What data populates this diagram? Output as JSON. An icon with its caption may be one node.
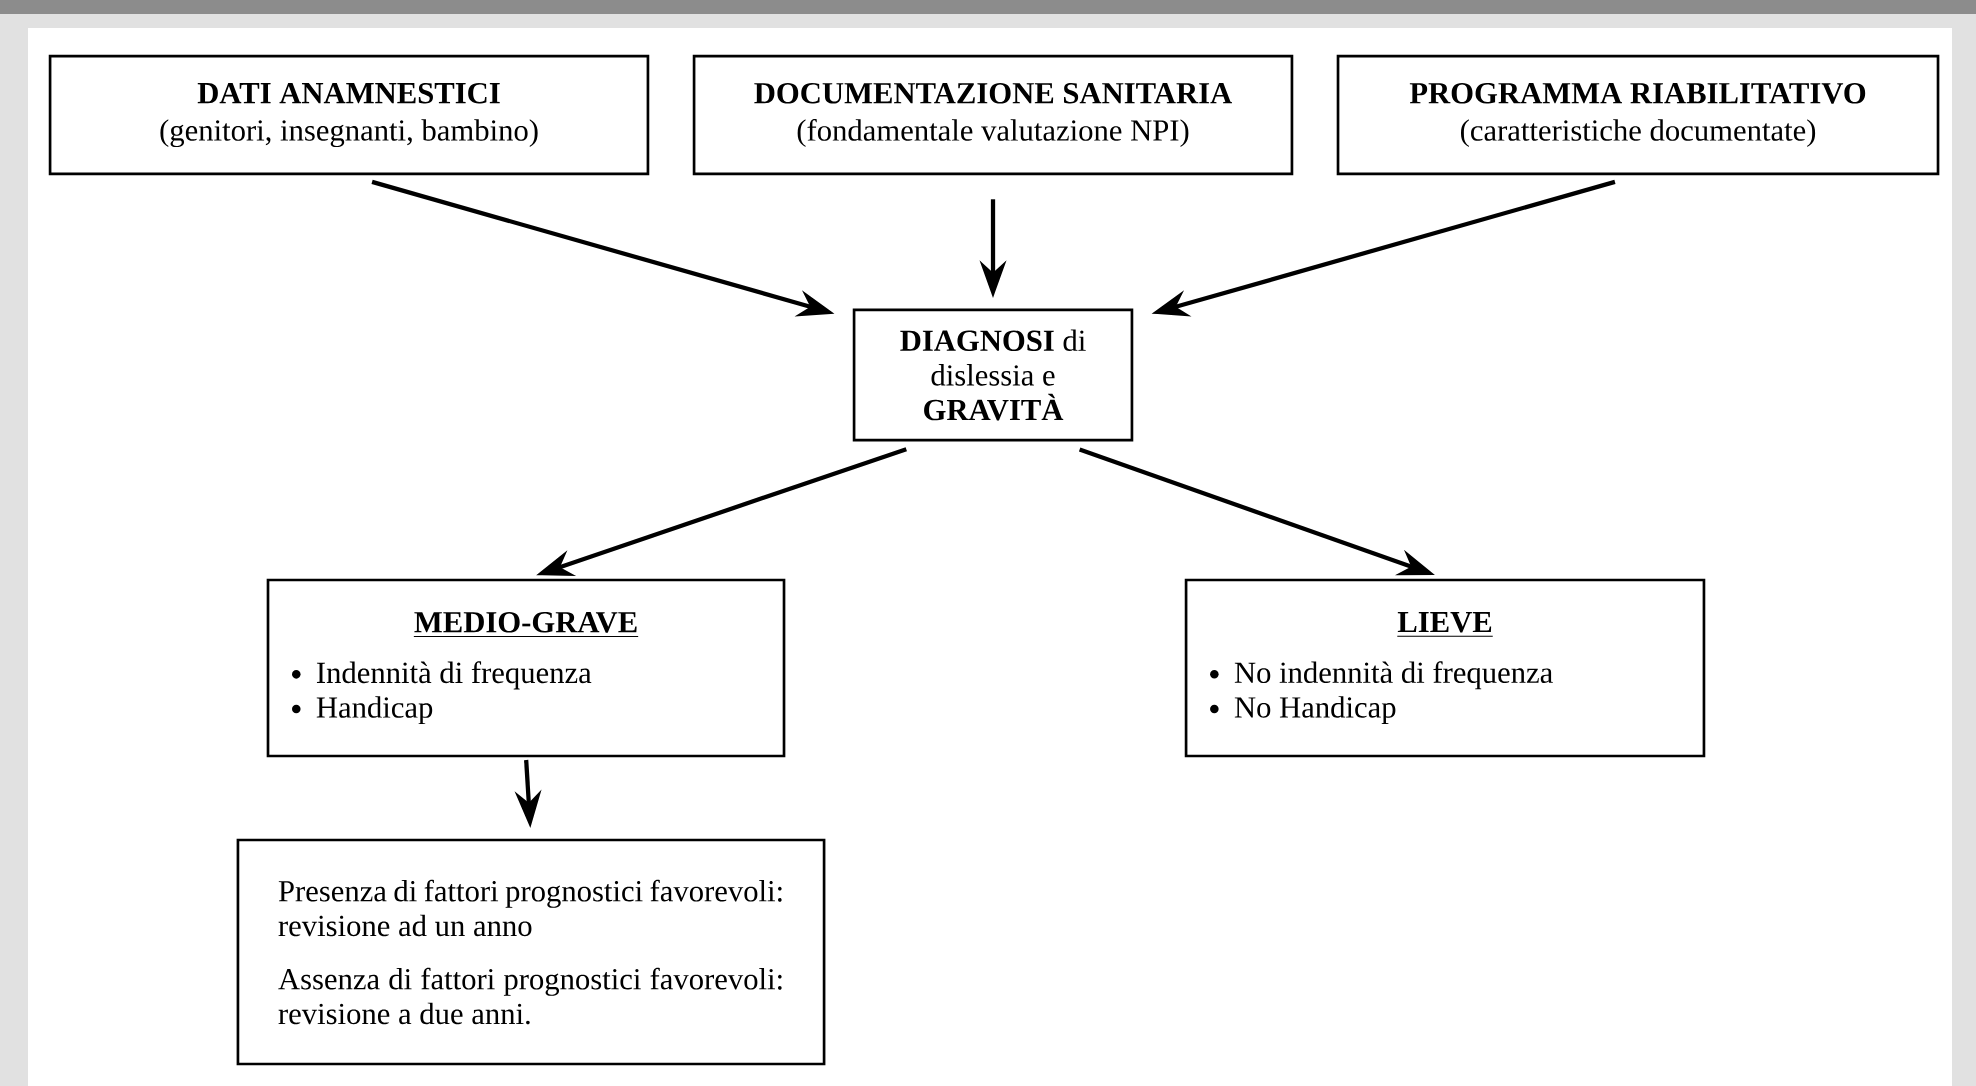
{
  "diagram": {
    "nodes": [
      {
        "text": [
          "DATI ANAMNESTICI",
          "(genitori, insegnanti, bambino)"
        ]
      },
      {
        "text": [
          "DOCUMENTAZIONE SANITARIA",
          "(fondamentale valutazione NPI)"
        ]
      },
      {
        "text": [
          "PROGRAMMA RIABILITATIVO",
          "(caratteristiche documentate)"
        ]
      },
      {
        "text": [
          "**DIAGNOSI** di dislessia e **GRAVITÀ**"
        ]
      },
      {
        "text": [
          "MEDIO-GRAVE",
          "Indennità di frequenza",
          "Handicap"
        ]
      },
      {
        "text": [
          "LIEVE",
          "No indennità di frequenza",
          "No Handicap"
        ]
      },
      {
        "text": [
          "Presenza di fattori prognostici favorevoli: revisione ad un anno",
          "Assenza di fattori prognostici favorevoli: revisione a due anni."
        ]
      }
    ],
    "edges": [
      {
        "from": 0,
        "to": 3,
        "arrow": "to"
      },
      {
        "from": 1,
        "to": 3,
        "arrow": "to"
      },
      {
        "from": 2,
        "to": 3,
        "arrow": "to"
      },
      {
        "from": 3,
        "to": 4,
        "arrow": "to"
      },
      {
        "from": 3,
        "to": 5,
        "arrow": "to"
      },
      {
        "from": 4,
        "to": 6,
        "arrow": "to"
      }
    ]
  }
}
